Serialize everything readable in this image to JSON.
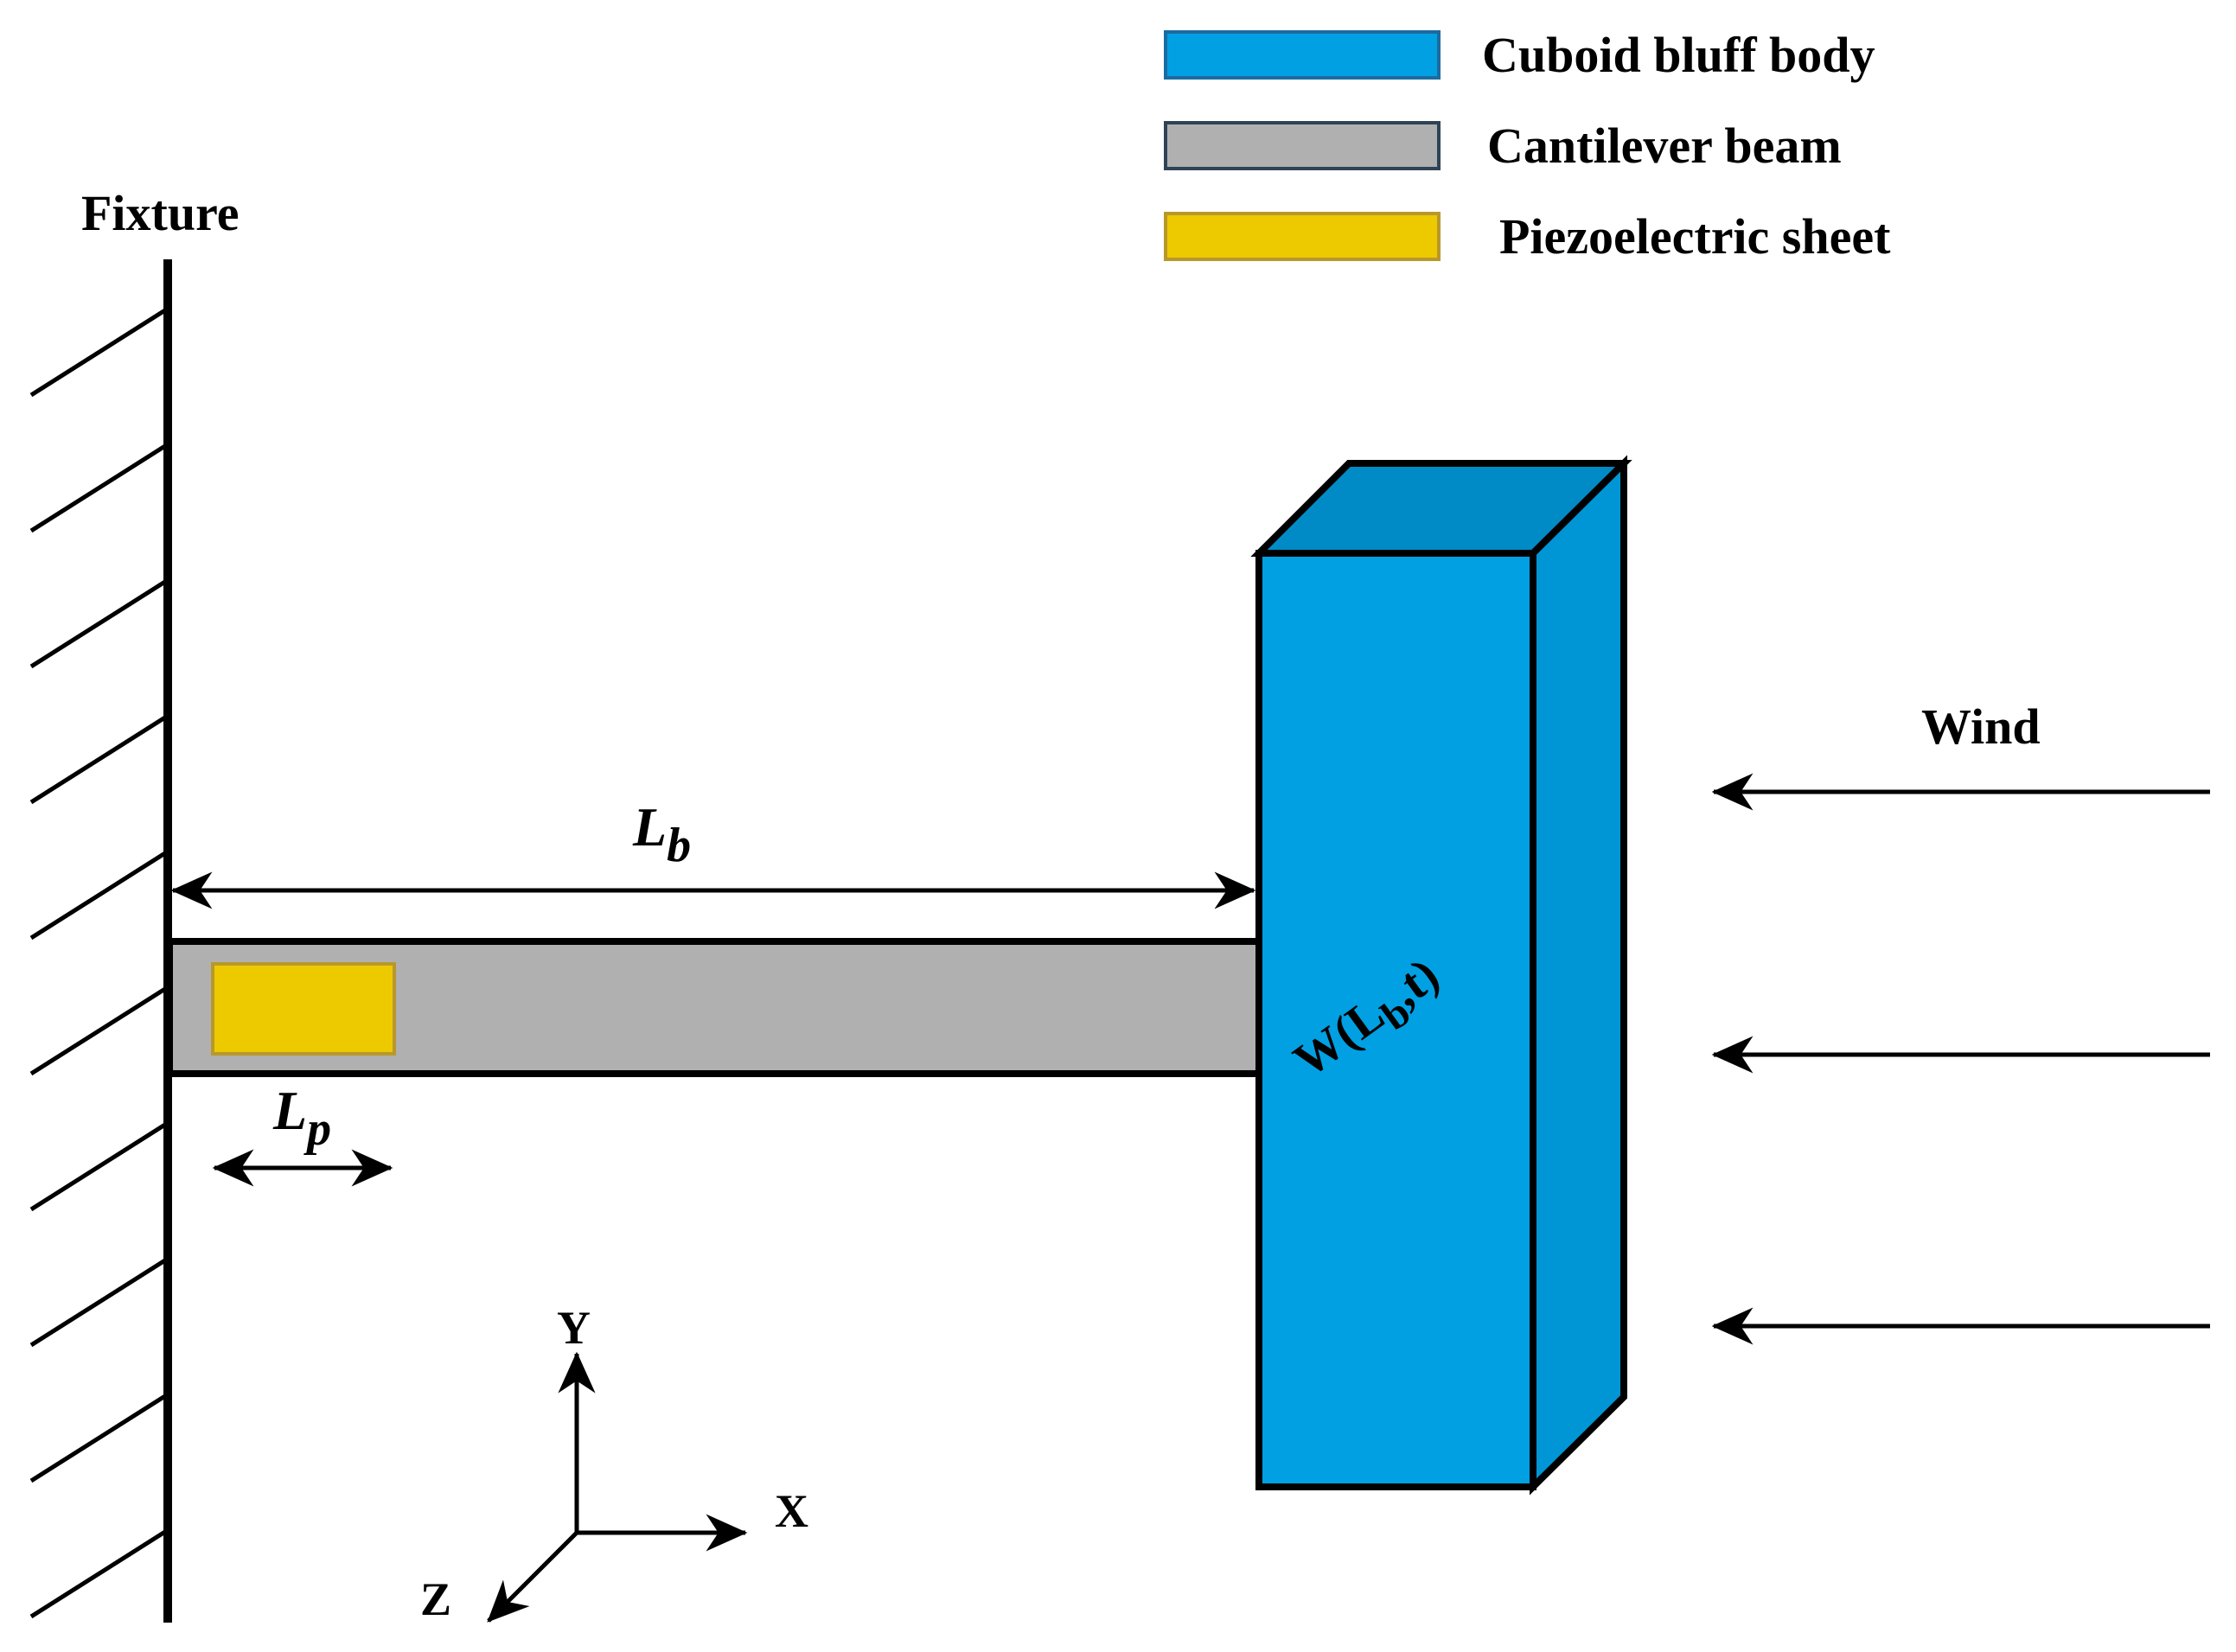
{
  "legend": {
    "items": [
      {
        "label": "Cuboid bluff body",
        "color": "#00A0E3"
      },
      {
        "label": "Cantilever beam",
        "color": "#B0B0B0"
      },
      {
        "label": "Piezoelectric sheet",
        "color": "#EDC900"
      }
    ]
  },
  "labels": {
    "fixture": "Fixture",
    "wind": "Wind",
    "beam_length_main": "L",
    "beam_length_sub": "b",
    "piezo_length_main": "L",
    "piezo_length_sub": "p",
    "displacement_prefix": "W(L",
    "displacement_sub": "b",
    "displacement_suffix": ",t)"
  },
  "axes": {
    "x": "X",
    "y": "Y",
    "z": "Z"
  },
  "colors": {
    "bluff_front": "#00A0E3",
    "bluff_side": "#0096D5",
    "bluff_top": "#008BC7",
    "beam": "#B0B0B0",
    "piezo": "#EDC900",
    "piezo_border": "#B8982A",
    "stroke": "#000000"
  }
}
